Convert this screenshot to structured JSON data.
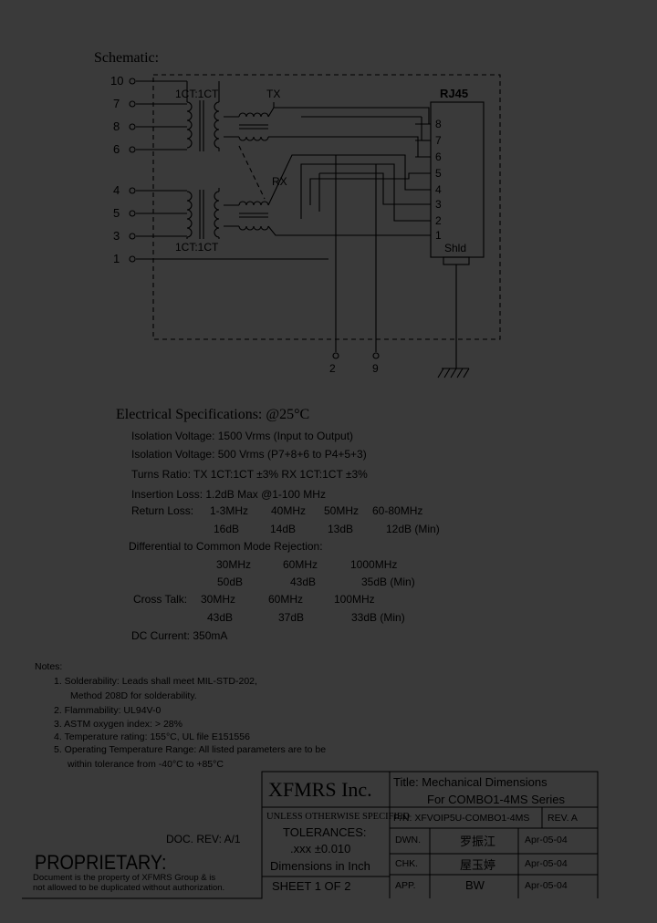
{
  "schematic": {
    "heading": "Schematic:",
    "left_pins": [
      "10",
      "7",
      "8",
      "6",
      "4",
      "5",
      "3",
      "1"
    ],
    "ratio_top": "1CT:1CT",
    "ratio_bottom": "1CT:1CT",
    "tx": "TX",
    "rx": "RX",
    "rj45": "RJ45",
    "rj_pins": [
      "8",
      "7",
      "6",
      "5",
      "4",
      "3",
      "2",
      "1"
    ],
    "shld": "Shld",
    "bottom_pins": [
      "2",
      "9"
    ]
  },
  "electrical": {
    "heading": "Electrical   Specifications: @25°C",
    "isolation1": "Isolation Voltage:  1500 Vrms (Input to Output)",
    "isolation2": "Isolation Voltage:  500 Vrms (P7+8+6 to P4+5+3)",
    "turns": "Turns Ratio: TX 1CT:1CT ±3% RX 1CT:1CT ±3%",
    "insertion": "Insertion Loss: 1.2dB Max @1-100 MHz",
    "return_label": "Return Loss:",
    "return_freqs": [
      "1-3MHz",
      "40MHz",
      "50MHz",
      "60-80MHz"
    ],
    "return_vals": [
      "16dB",
      "14dB",
      "13dB",
      "12dB (Min)"
    ],
    "diff_label": "Differential to Common Mode Rejection:",
    "diff_freqs": [
      "30MHz",
      "60MHz",
      "1000MHz"
    ],
    "diff_vals": [
      "50dB",
      "43dB",
      "35dB (Min)"
    ],
    "cross_label": "Cross Talk:",
    "cross_freqs": [
      "30MHz",
      "60MHz",
      "100MHz"
    ],
    "cross_vals": [
      "43dB",
      "37dB",
      "33dB (Min)"
    ],
    "dc": "DC Current: 350mA"
  },
  "notes": {
    "heading": "Notes:",
    "lines": [
      "1.  Solderability: Leads shall meet MIL-STD-202,",
      "Method 208D for solderability.",
      "2.  Flammability: UL94V-0",
      "3.  ASTM oxygen index: > 28%",
      "4.  Temperature rating: 155°C, UL file E151556",
      "5.  Operating Temperature Range: All listed parameters are to be",
      "within tolerance from -40°C to +85°C"
    ]
  },
  "doc_rev": "DOC. REV: A/1",
  "proprietary": {
    "title": "PROPRIETARY:",
    "line1": "Document is the property of XFMRS Group & is",
    "line2": "not allowed to be duplicated without authorization."
  },
  "title_block": {
    "company": "XFMRS Inc.",
    "title_line1": "Title: Mechanical Dimensions",
    "title_line2": "For COMBO1-4MS Series",
    "unless": "UNLESS OTHERWISE SPECIFIED",
    "pn": "P/N: XFVOIP5U-COMBO1-4MS",
    "rev": "REV. A",
    "tolerances": "TOLERANCES:",
    "tol_value": ".xxx ±0.010",
    "dims": "Dimensions in Inch",
    "sheet": "SHEET  1  OF  2",
    "dwn_label": "DWN.",
    "dwn_name": "罗振江",
    "dwn_date": "Apr-05-04",
    "chk_label": "CHK.",
    "chk_name": "屋玉婷",
    "chk_date": "Apr-05-04",
    "app_label": "APP.",
    "app_name": "BW",
    "app_date": "Apr-05-04"
  }
}
